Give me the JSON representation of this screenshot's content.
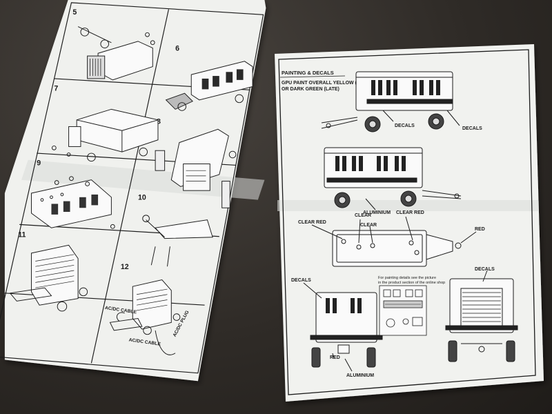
{
  "scene": {
    "surface_color": "#2e2a26",
    "paper_color": "#f1f2ef",
    "ink_color": "#1b1b1b"
  },
  "left_sheet": {
    "steps": [
      "5",
      "6",
      "7",
      "8",
      "9",
      "10",
      "11",
      "12"
    ],
    "labels": {
      "ac_dc_cable_top": "AC/DC CABLE",
      "ac_dc_cable_bottom": "AC/DC CABLE",
      "ac_dc_plug": "AC/DC PLUG"
    }
  },
  "right_sheet": {
    "title": "PAINTING & DECALS",
    "subtitle_1": "GPU PAINT OVERALL YELLOW (EARLY)",
    "subtitle_2": "OR DARK GREEN (LATE)",
    "labels": {
      "decals_side_mid": "DECALS",
      "decals_side_right": "DECALS",
      "aluminium_side": "ALUMINIUM",
      "clear_top": "CLEAR",
      "clear_left": "CLEAR",
      "clear_red_left": "CLEAR RED",
      "clear_red_right": "CLEAR RED",
      "red_right": "RED",
      "decals_front_left": "DECALS",
      "decals_rear_right": "DECALS",
      "red_bottom": "RED",
      "aluminium_bottom": "ALUMINIUM",
      "note_line_1": "For painting details see the picture",
      "note_line_2": "in the product section of the online shop"
    }
  }
}
